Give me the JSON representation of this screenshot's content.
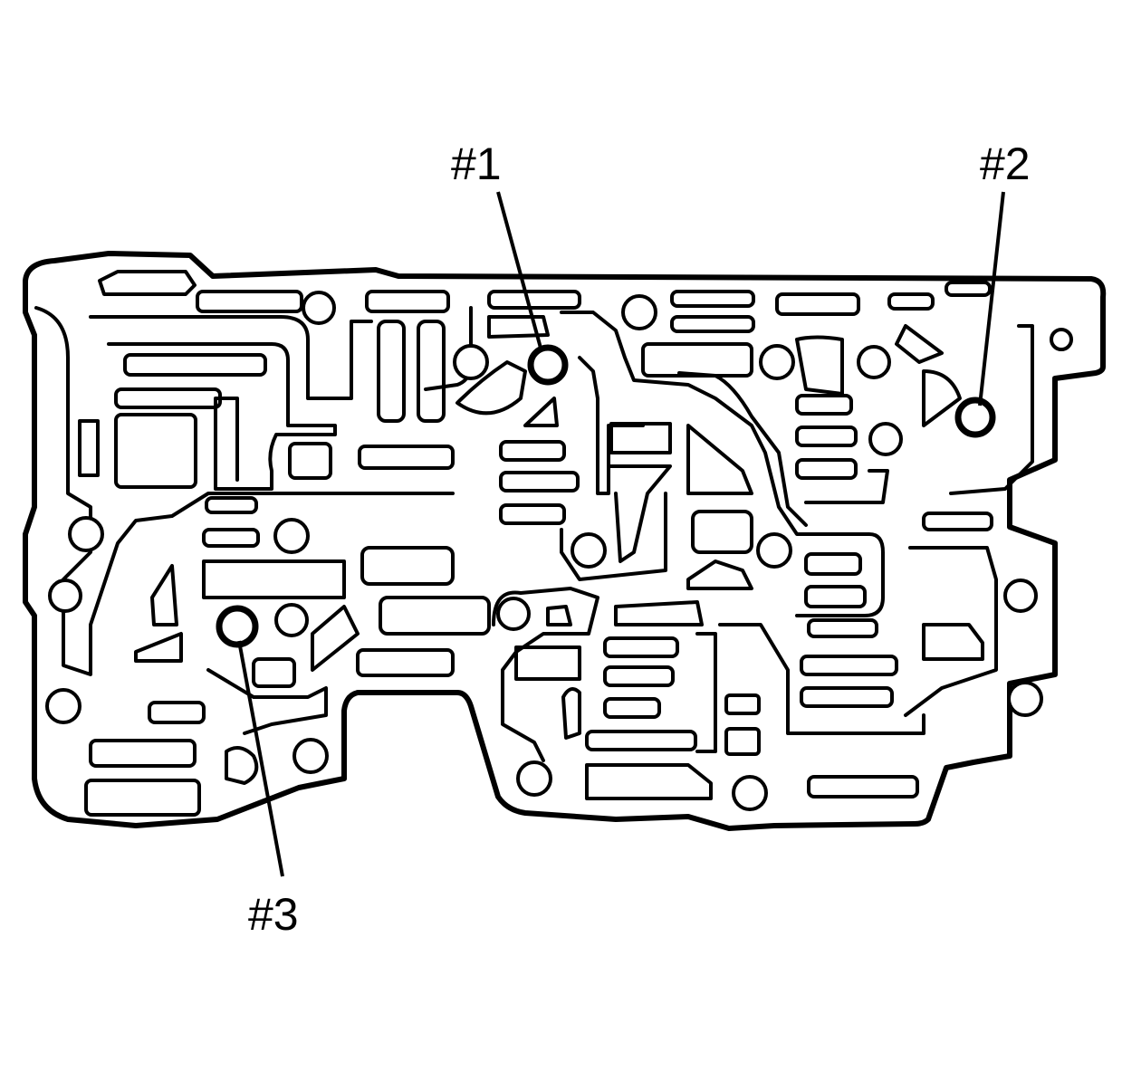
{
  "diagram": {
    "callouts": [
      {
        "id": "1",
        "label": "#1"
      },
      {
        "id": "2",
        "label": "#2"
      },
      {
        "id": "3",
        "label": "#3"
      }
    ]
  }
}
